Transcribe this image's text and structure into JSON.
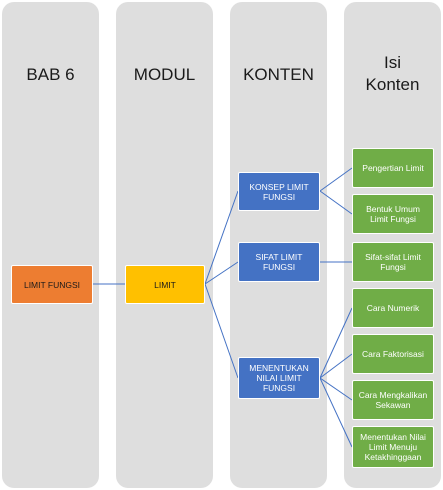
{
  "columns": [
    {
      "title_lines": [
        "BAB 6"
      ]
    },
    {
      "title_lines": [
        "MODUL"
      ]
    },
    {
      "title_lines": [
        "KONTEN"
      ]
    },
    {
      "title_lines": [
        "Isi",
        "Konten"
      ]
    }
  ],
  "nodes": {
    "bab": "LIMIT FUNGSI",
    "modul": "LIMIT",
    "konten": [
      "KONSEP LIMIT FUNGSI",
      "SIFAT LIMIT FUNGSI",
      "MENENTUKAN NILAI LIMIT FUNGSI"
    ],
    "isi": [
      "Pengertian Limit",
      "Bentuk Umum Limit Fungsi",
      "Sifat-sifat Limit Fungsi",
      "Cara Numerik",
      "Cara Faktorisasi",
      "Cara Mengkalikan Sekawan",
      "Menentukan Nilai Limit Menuju Ketakhinggaan"
    ]
  },
  "colors": {
    "column_bg": "#dedede",
    "bab": "#ed7d31",
    "modul": "#ffc000",
    "konten": "#4472c4",
    "isi": "#70ad47",
    "connector": "#4472c4"
  }
}
